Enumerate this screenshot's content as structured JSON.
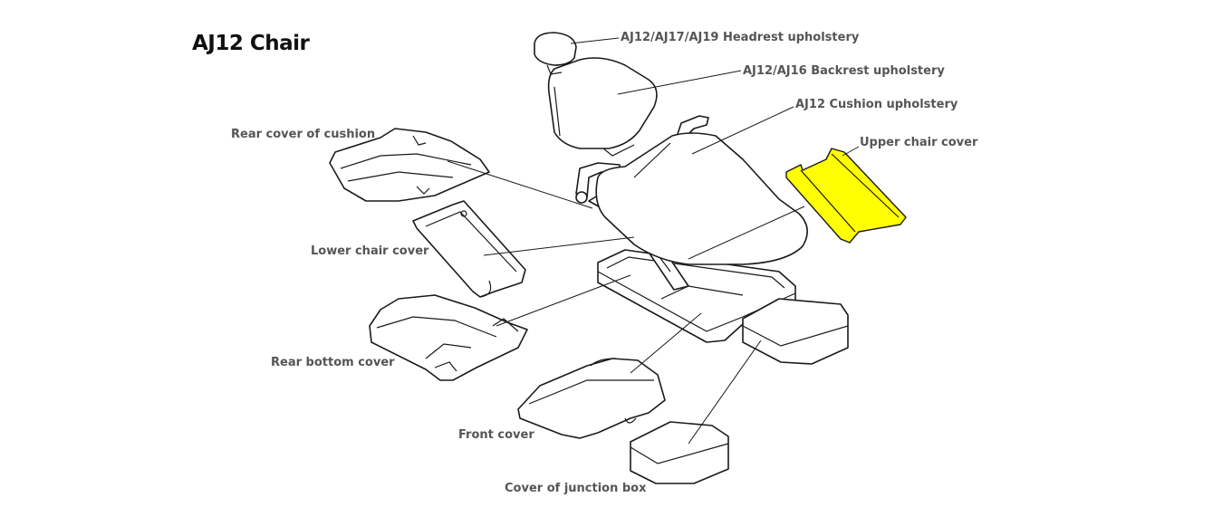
{
  "title": "AJ12 Chair",
  "highlight_color": "#ffff00",
  "labels": {
    "headrest": "AJ12/AJ17/AJ19 Headrest upholstery",
    "backrest": "AJ12/AJ16 Backrest upholstery",
    "cushion": "AJ12 Cushion upholstery",
    "upper_cover": "Upper chair cover",
    "rear_cushion_cover": "Rear cover of cushion",
    "lower_cover": "Lower chair cover",
    "rear_bottom_cover": "Rear bottom cover",
    "front_cover": "Front cover",
    "junction_box_cover": "Cover of junction box"
  }
}
